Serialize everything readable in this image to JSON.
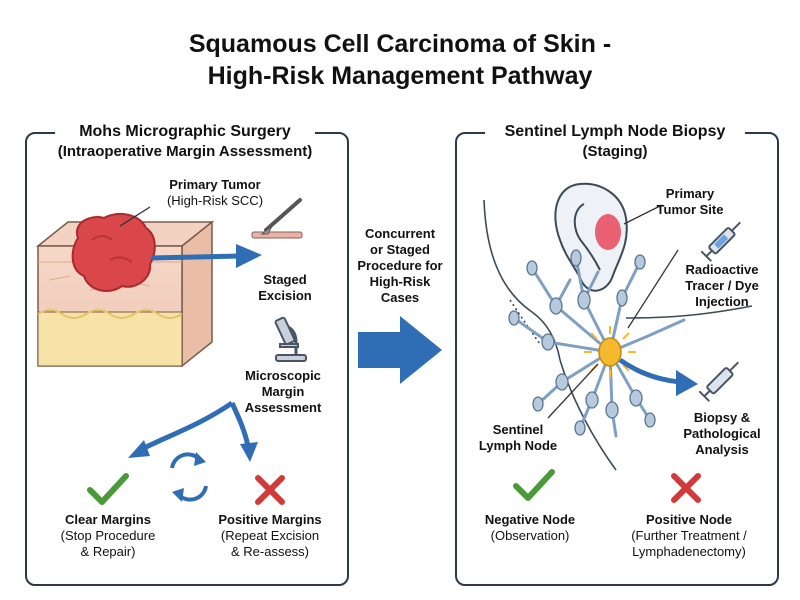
{
  "title": {
    "line1": "Squamous Cell Carcinoma of Skin -",
    "line2": "High-Risk Management Pathway"
  },
  "left_panel": {
    "title": "Mohs Micrographic Surgery",
    "subtitle": "(Intraoperative Margin Assessment)",
    "primary_tumor": {
      "label": "Primary Tumor",
      "sub": "(High-Risk SCC)"
    },
    "staged_excision": {
      "line1": "Staged",
      "line2": "Excision"
    },
    "microscopic": {
      "line1": "Microscopic",
      "line2": "Margin",
      "line3": "Assessment"
    },
    "clear": {
      "label": "Clear Margins",
      "sub1": "(Stop Procedure",
      "sub2": "& Repair)"
    },
    "positive": {
      "label": "Positive Margins",
      "sub1": "(Repeat Excision",
      "sub2": "& Re-assess)"
    }
  },
  "middle": {
    "line1": "Concurrent",
    "line2": "or Staged",
    "line3": "Procedure for",
    "line4": "High-Risk",
    "line5": "Cases"
  },
  "right_panel": {
    "title": "Sentinel Lymph Node Biopsy",
    "subtitle": "(Staging)",
    "primary_site": {
      "line1": "Primary",
      "line2": "Tumor Site"
    },
    "tracer": {
      "line1": "Radioactive",
      "line2": "Tracer / Dye",
      "line3": "Injection"
    },
    "sentinel": {
      "line1": "Sentinel",
      "line2": "Lymph Node"
    },
    "biopsy": {
      "line1": "Biopsy &",
      "line2": "Pathological",
      "line3": "Analysis"
    },
    "negative": {
      "label": "Negative Node",
      "sub": "(Observation)"
    },
    "positive": {
      "label": "Positive Node",
      "sub1": "(Further Treatment /",
      "sub2": "Lymphadenectomy)"
    }
  },
  "colors": {
    "arrow_blue": "#2f6db5",
    "check_green": "#4a9a3a",
    "cross_red": "#d23a3a",
    "tumor_red": "#d9474a",
    "node_yellow": "#f5b82e",
    "border": "#2b3a4a"
  }
}
